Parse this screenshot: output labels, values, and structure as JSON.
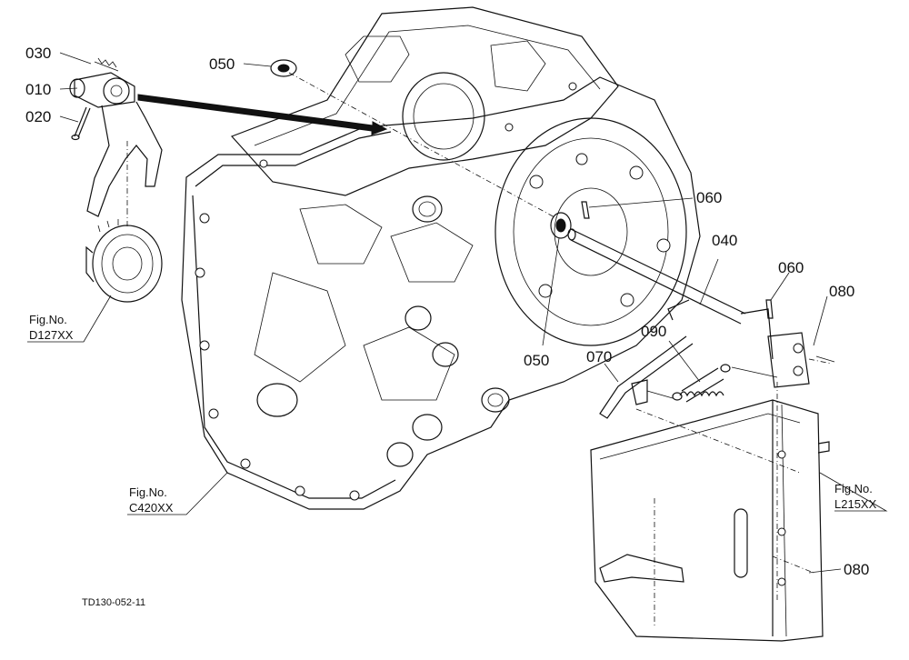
{
  "callouts": {
    "c030": "030",
    "c010": "010",
    "c020": "020",
    "c050_top": "050",
    "c050_mid": "050",
    "c060_top": "060",
    "c060_right": "060",
    "c040": "040",
    "c080_top": "080",
    "c080_bottom": "080",
    "c090": "090",
    "c070": "070"
  },
  "figure_refs": {
    "d127": {
      "label": "Fig.No.",
      "code": "D127XX"
    },
    "c420": {
      "label": "Fig.No.",
      "code": "C420XX"
    },
    "l215": {
      "label": "Fig.No.",
      "code": "L215XX"
    }
  },
  "drawing_id": "TD130-052-11"
}
